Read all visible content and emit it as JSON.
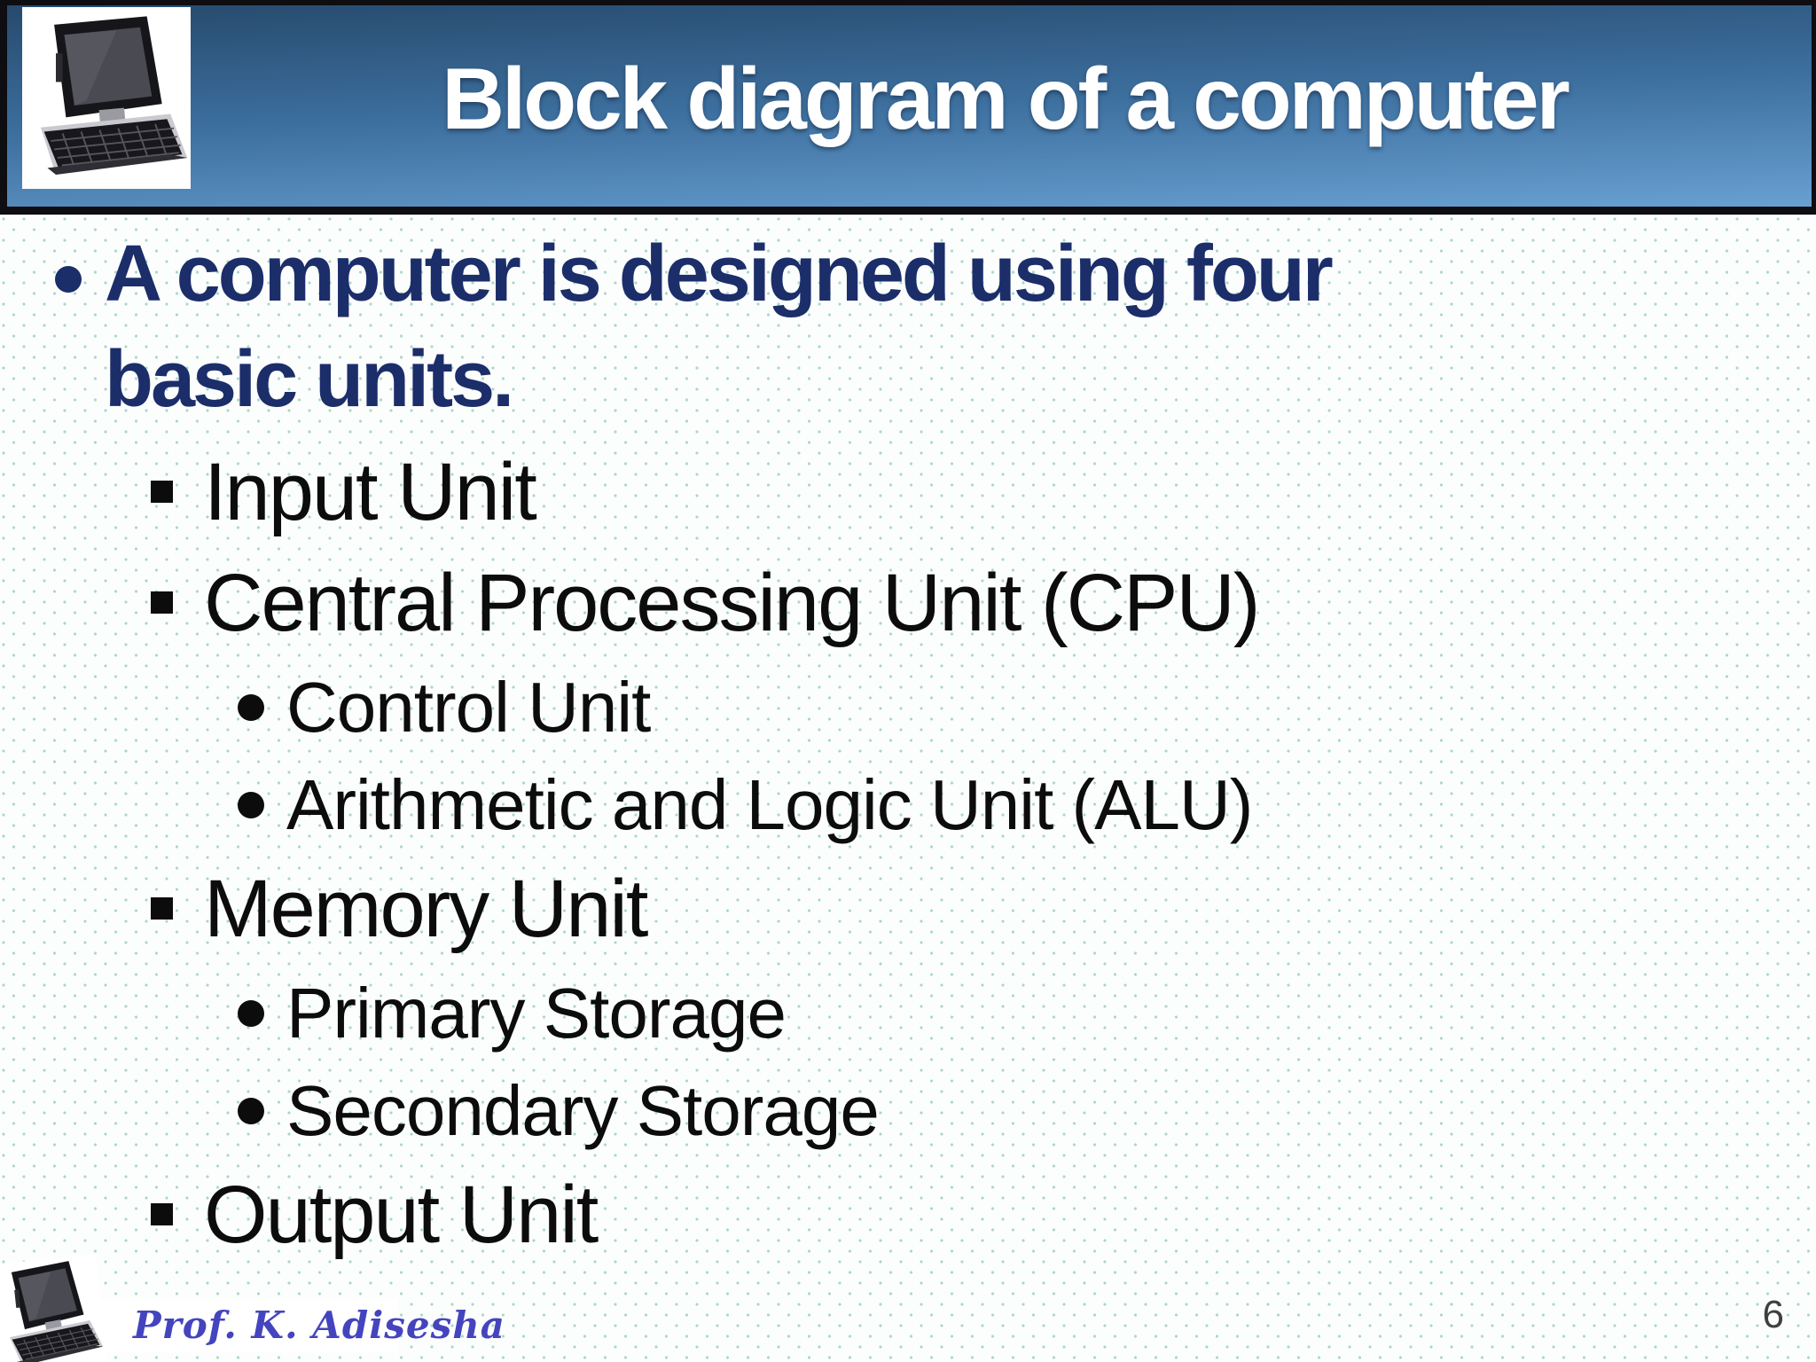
{
  "header": {
    "title": "Block diagram of a computer"
  },
  "content": {
    "items": [
      {
        "level": 1,
        "text": "A computer is designed using four basic units."
      },
      {
        "level": 2,
        "text": "Input Unit"
      },
      {
        "level": 2,
        "text": "Central Processing Unit (CPU)"
      },
      {
        "level": 3,
        "text": "Control Unit"
      },
      {
        "level": 3,
        "text": "Arithmetic and Logic Unit (ALU)"
      },
      {
        "level": 2,
        "text": "Memory Unit"
      },
      {
        "level": 3,
        "text": "Primary Storage"
      },
      {
        "level": 3,
        "text": "Secondary Storage"
      },
      {
        "level": 2,
        "text": "Output Unit"
      }
    ]
  },
  "footer": {
    "author": "Prof. K. Adisesha",
    "page_number": "6"
  },
  "colors": {
    "header_gradient_top": "#274a6d",
    "header_gradient_bottom": "#68a0d2",
    "accent_navy": "#1b2e6a",
    "body_text": "#0c0c0c",
    "dot_pattern": "#a8d7cc",
    "signature_blue": "#4444bf",
    "title_white": "#ffffff"
  },
  "icons": {
    "header_logo": "laptop-image",
    "footer_logo": "laptop-image"
  }
}
